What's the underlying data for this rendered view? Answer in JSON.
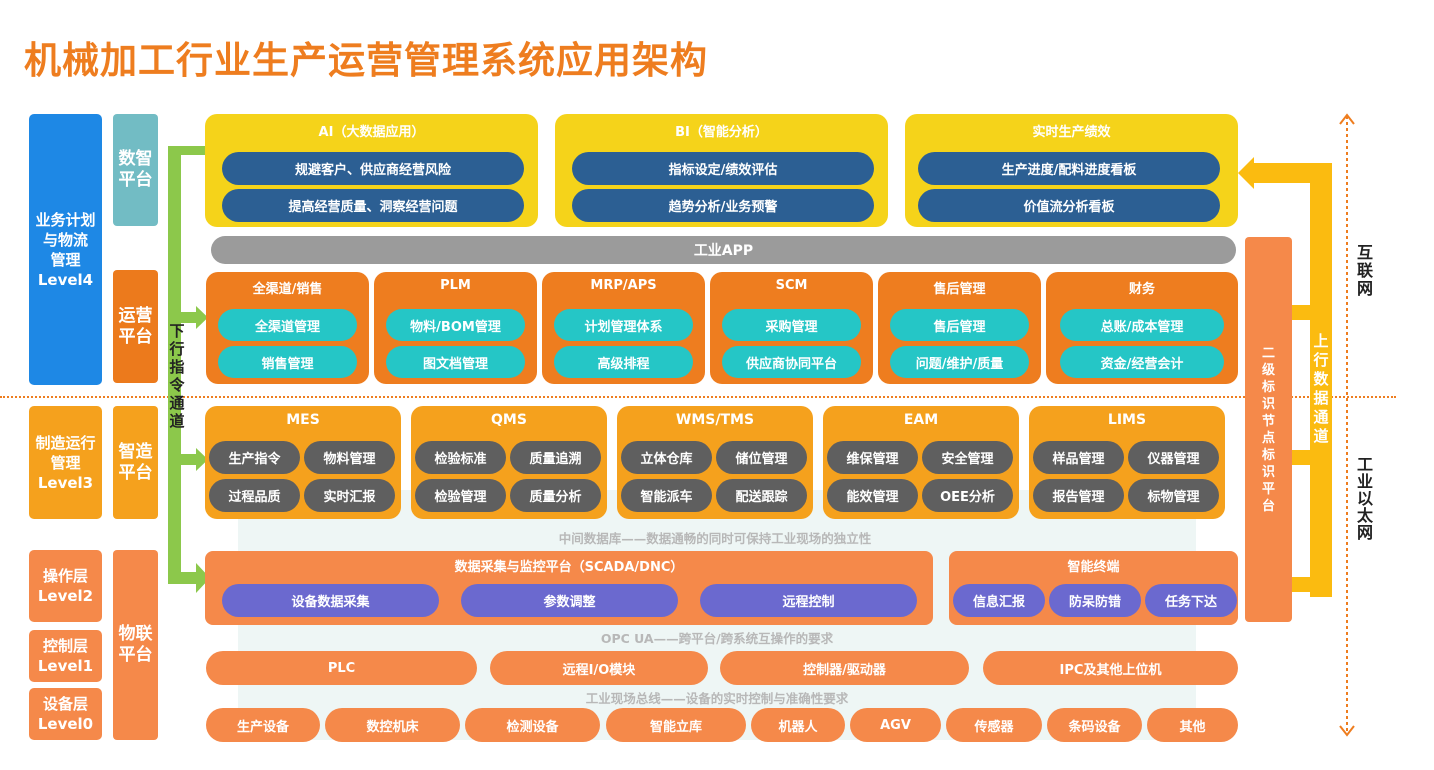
{
  "title": "机械加工行业生产运营管理系统应用架构",
  "levels": [
    {
      "label": "业务计划\n与物流\n管理\nLevel4"
    },
    {
      "label": "制造运行\n管理\nLevel3"
    },
    {
      "label": "操作层\nLevel2"
    },
    {
      "label": "控制层\nLevel1"
    },
    {
      "label": "设备层\nLevel0"
    }
  ],
  "platforms": [
    {
      "label": "数智\n平台"
    },
    {
      "label": "运营\n平台"
    },
    {
      "label": "智造\n平台"
    },
    {
      "label": "物联\n平台"
    }
  ],
  "down_channel": "下\n行\n指\n令\n通\n道",
  "up_channel": "上\n行\n数\n据\n通\n道",
  "node_platform": "二\n级\n标\n识\n节\n点\n标\n识\n平\n台",
  "internet": "互\n联\n网",
  "ethernet": "工\n业\n以\n太\n网",
  "top_panels": [
    {
      "title": "AI（大数据应用）",
      "items": [
        "规避客户、供应商经营风险",
        "提高经营质量、洞察经营问题"
      ]
    },
    {
      "title": "BI（智能分析）",
      "items": [
        "指标设定/绩效评估",
        "趋势分析/业务预警"
      ]
    },
    {
      "title": "实时生产绩效",
      "items": [
        "生产进度/配料进度看板",
        "价值流分析看板"
      ]
    }
  ],
  "industrial_app": "工业APP",
  "ops_panels": [
    {
      "title": "全渠道/销售",
      "items": [
        "全渠道管理",
        "销售管理"
      ]
    },
    {
      "title": "PLM",
      "items": [
        "物料/BOM管理",
        "图文档管理"
      ]
    },
    {
      "title": "MRP/APS",
      "items": [
        "计划管理体系",
        "高级排程"
      ]
    },
    {
      "title": "SCM",
      "items": [
        "采购管理",
        "供应商协同平台"
      ]
    },
    {
      "title": "售后管理",
      "items": [
        "售后管理",
        "问题/维护/质量"
      ]
    },
    {
      "title": "财务",
      "items": [
        "总账/成本管理",
        "资金/经营会计"
      ]
    }
  ],
  "mfg_panels": [
    {
      "title": "MES",
      "items": [
        "生产指令",
        "物料管理",
        "过程品质",
        "实时汇报"
      ]
    },
    {
      "title": "QMS",
      "items": [
        "检验标准",
        "质量追溯",
        "检验管理",
        "质量分析"
      ]
    },
    {
      "title": "WMS/TMS",
      "items": [
        "立体仓库",
        "储位管理",
        "智能派车",
        "配送跟踪"
      ]
    },
    {
      "title": "EAM",
      "items": [
        "维保管理",
        "安全管理",
        "能效管理",
        "OEE分析"
      ]
    },
    {
      "title": "LIMS",
      "items": [
        "样品管理",
        "仪器管理",
        "报告管理",
        "标物管理"
      ]
    }
  ],
  "middle_db_note": "中间数据库——数据通畅的同时可保持工业现场的独立性",
  "scada": {
    "title": "数据采集与监控平台（SCADA/DNC）",
    "items": [
      "设备数据采集",
      "参数调整",
      "远程控制"
    ]
  },
  "terminal": {
    "title": "智能终端",
    "items": [
      "信息汇报",
      "防呆防错",
      "任务下达"
    ]
  },
  "opc_note": "OPC UA——跨平台/跨系统互操作的要求",
  "control_items": [
    "PLC",
    "远程I/O模块",
    "控制器/驱动器",
    "IPC及其他上位机"
  ],
  "fieldbus_note": "工业现场总线——设备的实时控制与准确性要求",
  "device_items": [
    "生产设备",
    "数控机床",
    "检测设备",
    "智能立库",
    "机器人",
    "AGV",
    "传感器",
    "条码设备",
    "其他"
  ],
  "colors": {
    "orange_title": "#ee7d1f",
    "blue_level": "#1e88e5",
    "teal_platform": "#72bcc4",
    "orange_platform": "#ec7a1c",
    "yellow_panel": "#f5d31a",
    "ops_orange": "#ee7d1f",
    "mfg_orange": "#f5a11d",
    "coral": "#f5894a",
    "green_arrow": "#8cc84b",
    "yellow_arrow": "#fbbb10"
  }
}
